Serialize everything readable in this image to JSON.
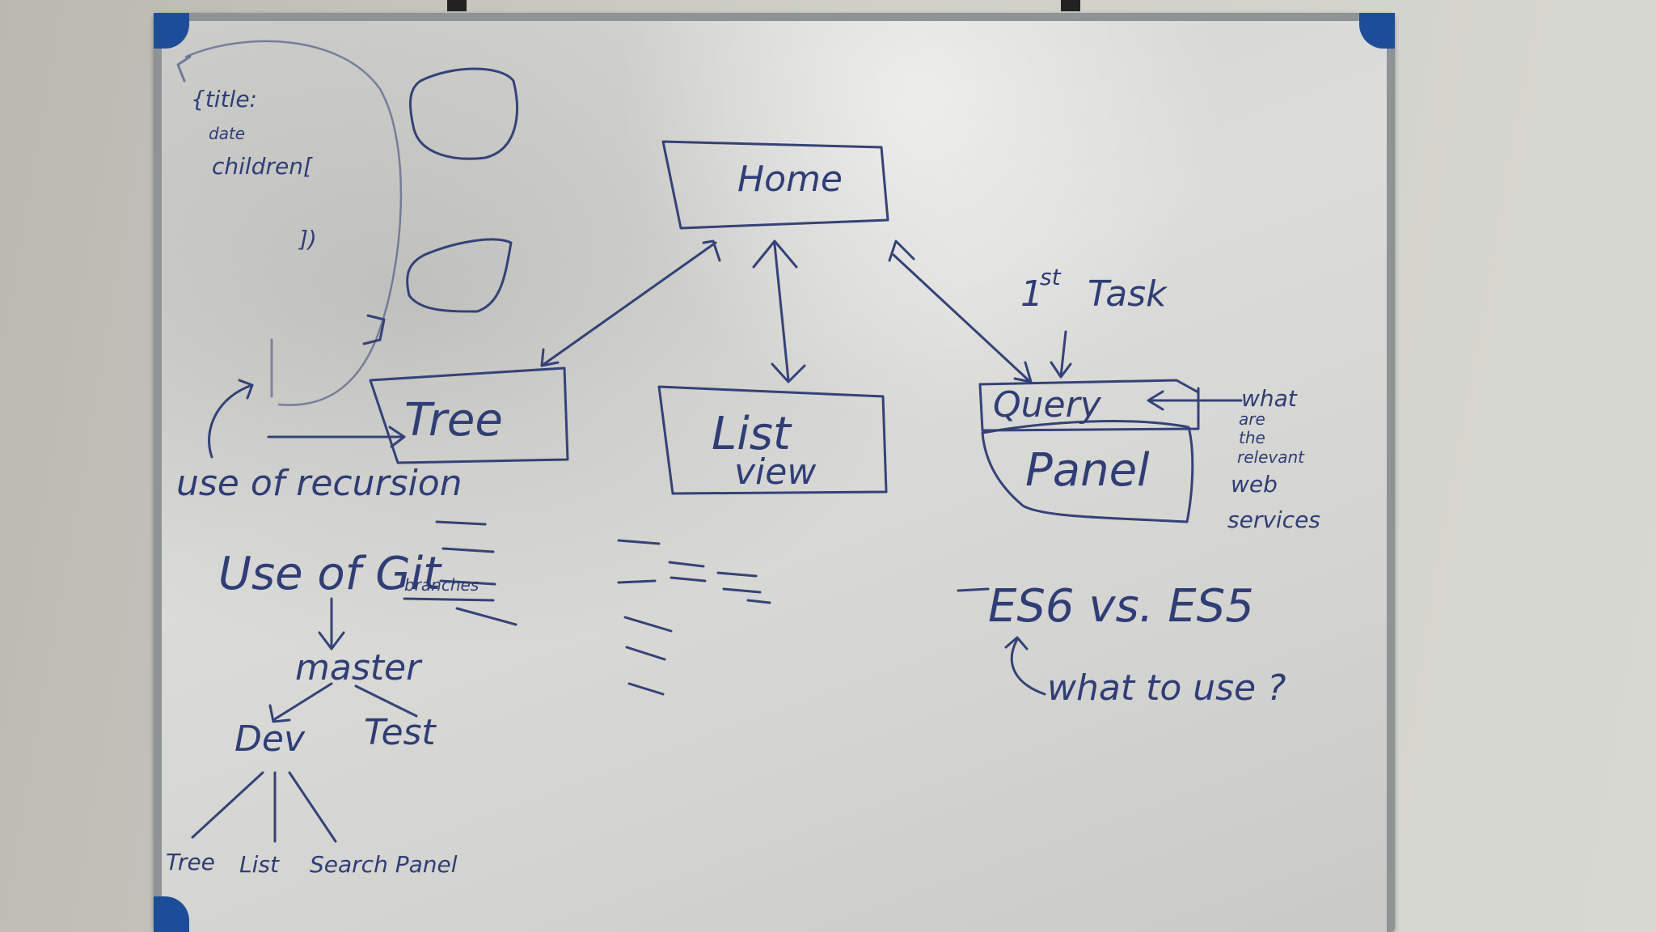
{
  "whiteboard": {
    "home_box": "Home",
    "tree_box": "Tree",
    "list_view_box": {
      "line1": "List",
      "line2": "view"
    },
    "query_label": "Query",
    "panel_label": "Panel",
    "first_task": {
      "ordinal": "1",
      "superscript": "st",
      "word": "Task"
    },
    "note_web_services": [
      "what",
      "are",
      "the",
      "relevant",
      "web",
      "services"
    ],
    "recursion_note": "use of recursion",
    "json_sketch": [
      "{title:",
      "date",
      "children[",
      "])"
    ],
    "git_note": {
      "main": "Use of Git",
      "suffix": "branches"
    },
    "branches": {
      "root": "master",
      "left": "Dev",
      "right": "Test"
    },
    "dev_children": [
      "Tree",
      "List",
      "Search Panel"
    ],
    "es_note": "ES6 vs. ES5",
    "es_question": "what to use ?"
  }
}
